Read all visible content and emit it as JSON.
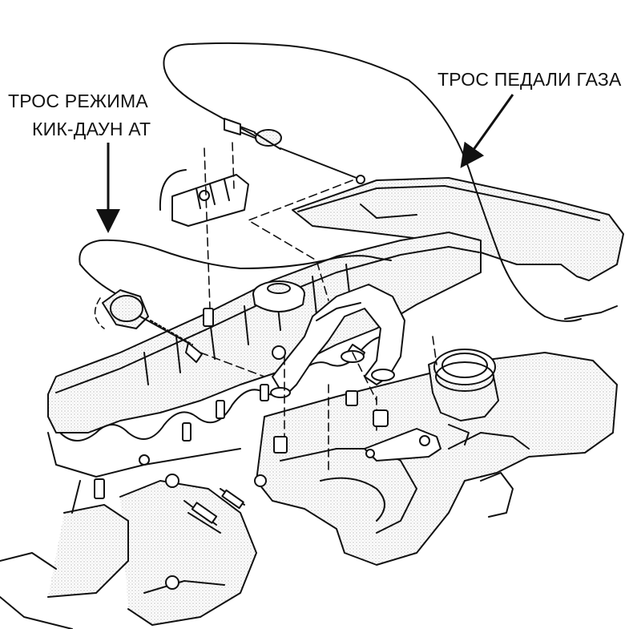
{
  "labels": {
    "kickdown_cable_line1": "ТРОС РЕЖИМА",
    "kickdown_cable_line2": "КИК-ДАУН АТ",
    "throttle_cable": "ТРОС ПЕДАЛИ ГАЗА"
  },
  "colors": {
    "ink": "#111111",
    "shade": "#d9d9d9",
    "background": "#ffffff"
  }
}
